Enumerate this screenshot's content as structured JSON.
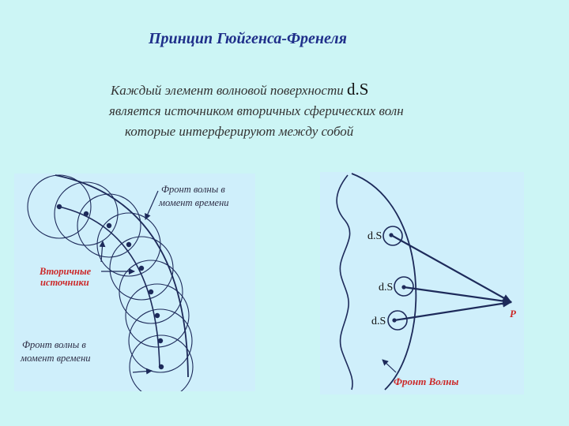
{
  "title": "Принцип Гюйгенса-Френеля",
  "description": {
    "line1_text": "Каждый элемент волновой поверхности ",
    "line1_ds": "d.S",
    "line2": "является источником вторичных сферических волн",
    "line3": "которые интерферируют между собой"
  },
  "left_diagram": {
    "front_label_line1": "Фронт волны в",
    "front_label_line2": "момент времени",
    "secondary_label_line1": "Вторичные",
    "secondary_label_line2": "источники",
    "bottom_label_line1": "Фронт волны в",
    "bottom_label_line2": "момент времени"
  },
  "right_diagram": {
    "ds_label_1": "d.S",
    "ds_label_2": "d.S",
    "ds_label_3": "d.S",
    "point_label": "P",
    "front_label": "Фронт Волны"
  },
  "colors": {
    "background": "#ccf5f5",
    "panel": "#cfeffb",
    "title": "#1f2f8a",
    "red_labels": "#cc2a2a",
    "lines": "#1d2a5a"
  }
}
